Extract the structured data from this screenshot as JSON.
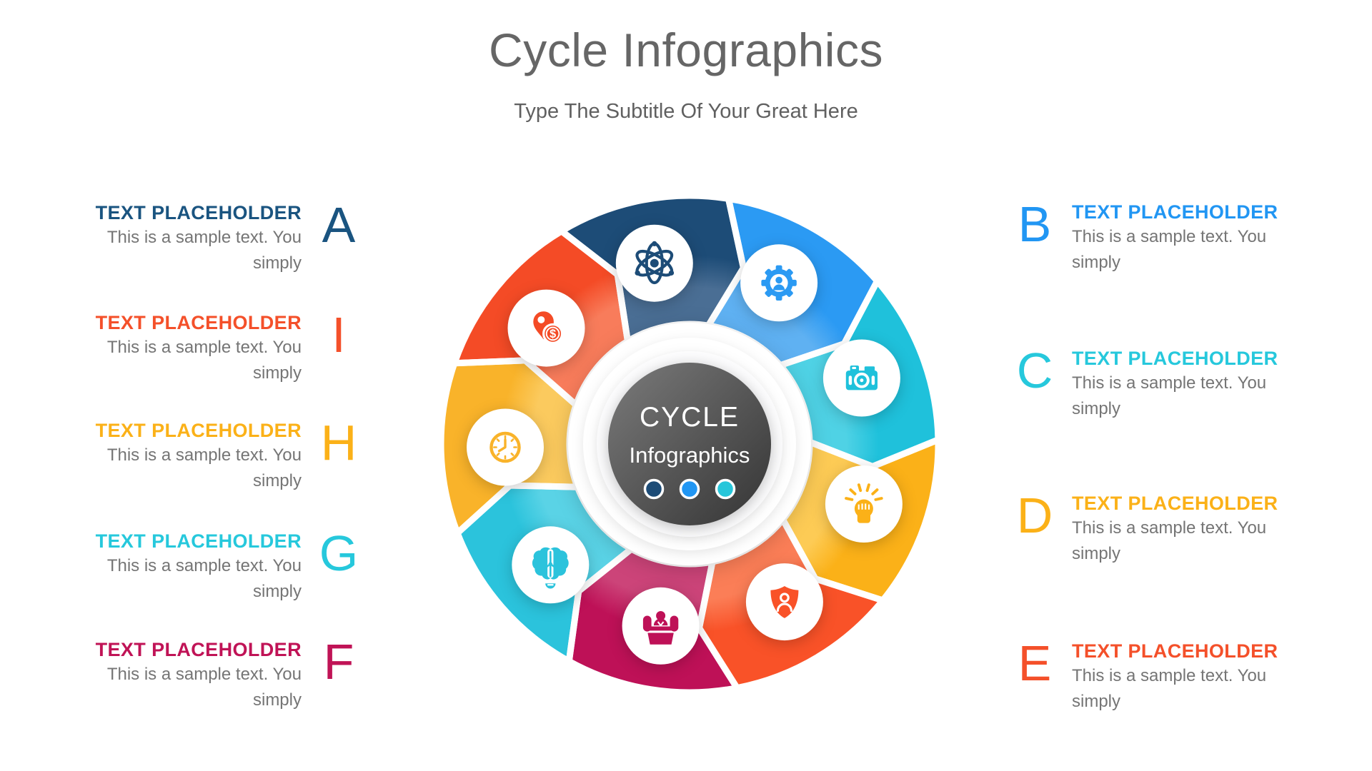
{
  "slide": {
    "title": "Cycle Infographics",
    "subtitle": "Type The Subtitle Of Your Great Here"
  },
  "center": {
    "title": "CYCLE",
    "subtitle": "Infographics",
    "dot_colors": [
      "#1D4C77",
      "#2196F3",
      "#26C6DA"
    ]
  },
  "left_items": [
    {
      "letter": "A",
      "color": "#1A5480",
      "title": "TEXT PLACEHOLDER",
      "body": "This is a sample text. You simply"
    },
    {
      "letter": "I",
      "color": "#F4502A",
      "title": "TEXT PLACEHOLDER",
      "body": "This is a sample text. You simply"
    },
    {
      "letter": "H",
      "color": "#FBB118",
      "title": "TEXT PLACEHOLDER",
      "body": "This is a sample text. You simply"
    },
    {
      "letter": "G",
      "color": "#26C8DC",
      "title": "TEXT PLACEHOLDER",
      "body": "This is a sample text. You simply"
    },
    {
      "letter": "F",
      "color": "#C01356",
      "title": "TEXT PLACEHOLDER",
      "body": "This is a sample text. You simply"
    }
  ],
  "right_items": [
    {
      "letter": "B",
      "color": "#2196F3",
      "title": "TEXT PLACEHOLDER",
      "body": "This is a sample text. You simply"
    },
    {
      "letter": "C",
      "color": "#26C8DC",
      "title": "TEXT PLACEHOLDER",
      "body": "This is a sample text. You simply"
    },
    {
      "letter": "D",
      "color": "#FBB118",
      "title": "TEXT PLACEHOLDER",
      "body": "This is a sample text. You simply"
    },
    {
      "letter": "E",
      "color": "#F4502A",
      "title": "TEXT PLACEHOLDER",
      "body": "This is a sample text. You simply"
    }
  ],
  "wheel": {
    "segments": [
      {
        "icon": "atom-icon",
        "angle": -11,
        "color": "#1D4C77",
        "light": "#4A6E94"
      },
      {
        "icon": "gear-user-icon",
        "angle": 29,
        "color": "#2B9AF3",
        "light": "#5FB1F2"
      },
      {
        "icon": "camera-icon",
        "angle": 69,
        "color": "#1FC1DB",
        "light": "#4FD2E5"
      },
      {
        "icon": "fist-rays-icon",
        "angle": 109,
        "color": "#FBB118",
        "light": "#FDCB55"
      },
      {
        "icon": "shield-user-icon",
        "angle": 149,
        "color": "#F95228",
        "light": "#FB7E57"
      },
      {
        "icon": "podium-person-icon",
        "angle": 189,
        "color": "#BE1157",
        "light": "#CC4479"
      },
      {
        "icon": "brain-turbine-icon",
        "angle": 229,
        "color": "#2BC3DC",
        "light": "#5AD3E6"
      },
      {
        "icon": "clock-icon",
        "angle": 269,
        "color": "#F9B32A",
        "light": "#FBCA5E"
      },
      {
        "icon": "money-pin-icon",
        "angle": 309,
        "color": "#F44B26",
        "light": "#F87C5B"
      }
    ]
  }
}
